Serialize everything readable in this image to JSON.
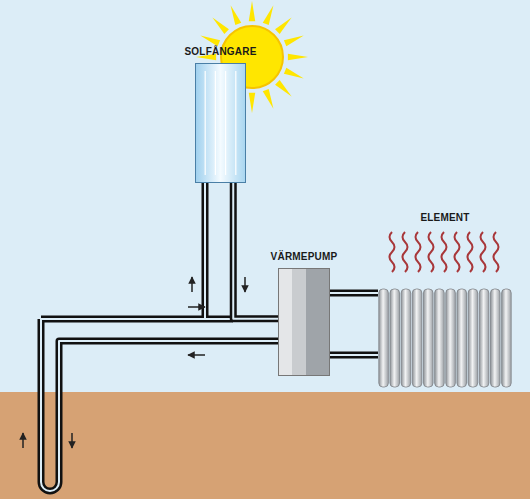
{
  "diagram": {
    "nodes": [
      {
        "text": [
          "SOLFÅNGARE"
        ]
      },
      {
        "text": [
          "VÄRMEPUMP"
        ]
      },
      {
        "text": [
          "ELEMENT"
        ]
      }
    ],
    "edges": [
      {
        "from": 0,
        "to": 1,
        "arrow": "none"
      },
      {
        "from": 1,
        "to": 2,
        "arrow": "none"
      }
    ]
  }
}
